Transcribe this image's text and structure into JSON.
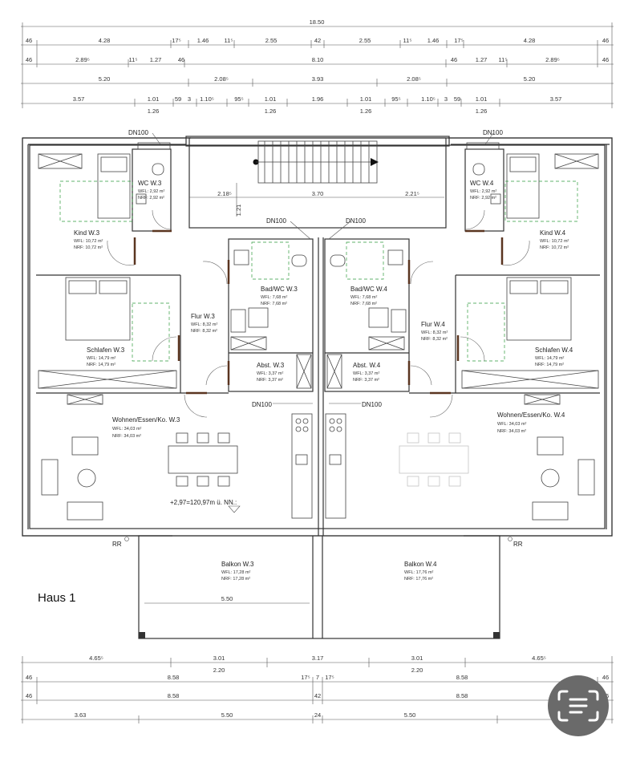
{
  "dimensions": {
    "top": {
      "total": "18.50",
      "row1": [
        "46",
        "4.28",
        "17⁵",
        "1.46",
        "11⁵",
        "2.55",
        "42",
        "2.55",
        "11⁵",
        "1.46",
        "17⁵",
        "4.28",
        "46"
      ],
      "row2": [
        "46",
        "2.89⁵",
        "11⁵",
        "1.27",
        "46",
        "8.10",
        "46",
        "1.27",
        "11⁵",
        "2.89⁵",
        "46"
      ],
      "row3": [
        "5.20",
        "2.08⁵",
        "3.93",
        "2.08⁵",
        "5.20"
      ],
      "row4": [
        "3.57",
        "1.01",
        "59",
        "3",
        "1.10⁵",
        "95⁵",
        "1.01",
        "1.96",
        "1.01",
        "95⁵",
        "1.10⁵",
        "3",
        "59",
        "1.01",
        "3.57"
      ],
      "row4_sub": [
        "1.26",
        "1.26",
        "1.26",
        "1.26"
      ]
    },
    "bottom": {
      "row1": [
        "4.65⁵",
        "3.01",
        "3.17",
        "3.01",
        "4.65⁵"
      ],
      "row1_sub": [
        "2.20",
        "2.20"
      ],
      "row2": [
        "46",
        "8.58",
        "17⁵",
        "7",
        "17⁵",
        "8.58",
        "46"
      ],
      "row3": [
        "46",
        "8.58",
        "42",
        "8.58",
        "46"
      ],
      "row4": [
        "3.63",
        "5.50",
        "24",
        "5.50"
      ]
    },
    "stair": [
      "2.18⁵",
      "3.70",
      "2.21⁵",
      "1.21"
    ],
    "balcony_width": "5.50"
  },
  "rooms": {
    "wc3": {
      "name": "WC W.3",
      "wfl": "WFL: 2,92 m²",
      "nrf": "NRF: 2,92 m²"
    },
    "wc4": {
      "name": "WC W.4",
      "wfl": "WFL: 2,92 m²",
      "nrf": "NRF: 2,92 m²"
    },
    "kind3": {
      "name": "Kind W.3",
      "wfl": "WFL: 10,72 m²",
      "nrf": "NRF: 10,72 m²"
    },
    "kind4": {
      "name": "Kind W.4",
      "wfl": "WFL: 10,72 m²",
      "nrf": "NRF: 10,72 m²"
    },
    "bad3": {
      "name": "Bad/WC W.3",
      "wfl": "WFL: 7,68 m²",
      "nrf": "NRF: 7,68 m²"
    },
    "bad4": {
      "name": "Bad/WC W.4",
      "wfl": "WFL: 7,68 m²",
      "nrf": "NRF: 7,68 m²"
    },
    "flur3": {
      "name": "Flur W.3",
      "wfl": "WFL: 8,32 m²",
      "nrf": "NRF: 8,32 m²"
    },
    "flur4": {
      "name": "Flur W.4",
      "wfl": "WFL: 8,32 m²",
      "nrf": "NRF: 8,32 m²"
    },
    "schlafen3": {
      "name": "Schlafen W.3",
      "wfl": "WFL: 14,79 m²",
      "nrf": "NRF: 14,79 m²"
    },
    "schlafen4": {
      "name": "Schlafen W.4",
      "wfl": "WFL: 14,79 m²",
      "nrf": "NRF: 14,79 m²"
    },
    "abst3": {
      "name": "Abst. W.3",
      "wfl": "WFL: 3,37 m²",
      "nrf": "NRF: 3,37 m²"
    },
    "abst4": {
      "name": "Abst. W.4",
      "wfl": "WFL: 3,37 m²",
      "nrf": "NRF: 3,37 m²"
    },
    "wohnen3": {
      "name": "Wohnen/Essen/Ko. W.3",
      "wfl": "WFL: 34,03 m²",
      "nrf": "NRF: 34,03 m²"
    },
    "wohnen4": {
      "name": "Wohnen/Essen/Ko. W.4",
      "wfl": "WFL: 34,03 m²",
      "nrf": "NRF: 34,03 m²"
    },
    "balkon3": {
      "name": "Balkon W.3",
      "wfl": "WFL: 17,28 m²",
      "nrf": "NRF: 17,28 m²"
    },
    "balkon4": {
      "name": "Balkon W.4",
      "wfl": "WFL: 17,76 m²",
      "nrf": "NRF: 17,76 m²"
    }
  },
  "labels": {
    "dn100": "DN100",
    "rr": "RR",
    "elevation": "+2,97=120,97m ü. NN.:",
    "haus": "Haus 1"
  },
  "icons": {
    "scan": "document-scan-icon"
  },
  "colors": {
    "door_leaf": "#5a3520",
    "area_hatch": "#2e9a3c",
    "scan_button": "#6a6a6a"
  }
}
